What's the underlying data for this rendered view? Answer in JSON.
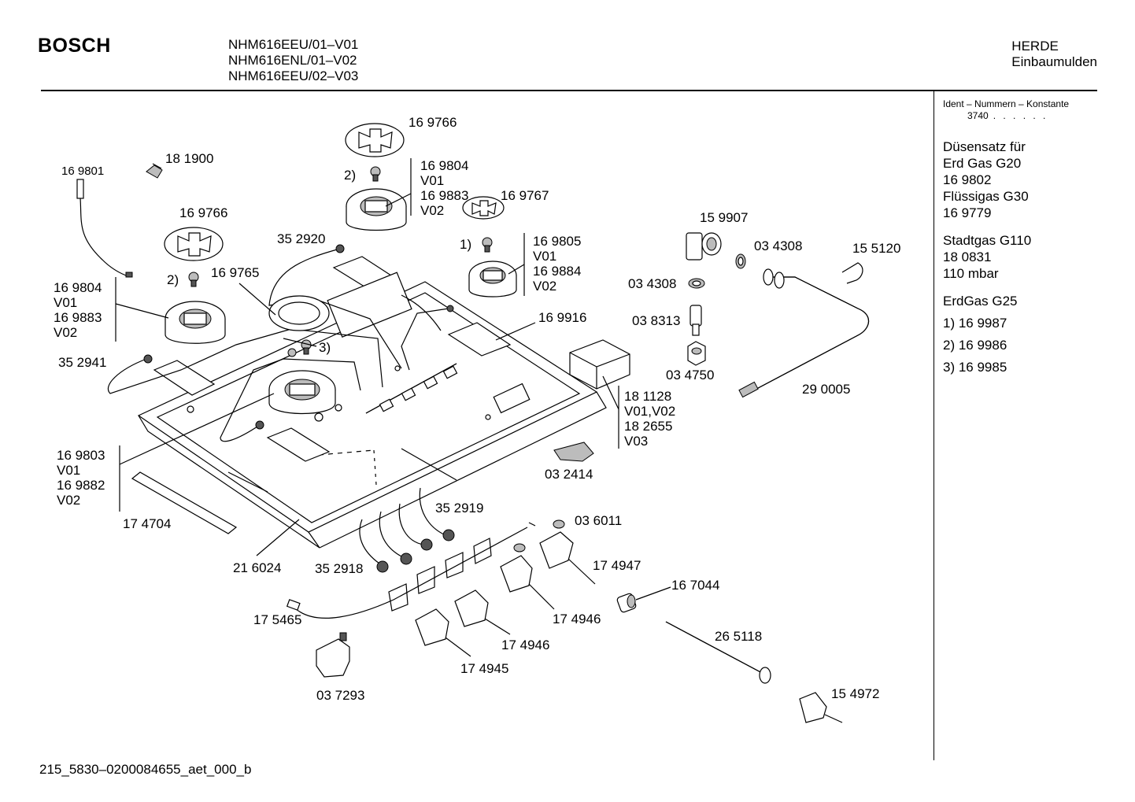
{
  "header": {
    "brand": "BOSCH",
    "models": [
      "NHM616EEU/01–V01",
      "NHM616ENL/01–V02",
      "NHM616EEU/02–V03"
    ],
    "category_line1": "HERDE",
    "category_line2": "Einbaumulden"
  },
  "sidebar": {
    "ident_title": "Ident – Nummern – Konstante",
    "ident_value": "3740",
    "ident_dots": ". . . . . .",
    "nozzle_title": "Düsensatz für",
    "gas_g20": "Erd Gas G20",
    "g20_number": "16 9802",
    "gas_g30": "Flüssigas G30",
    "g30_number": "16 9779",
    "gas_g110": "Stadtgas G110",
    "g110_number": "18 0831",
    "g110_pressure": "110 mbar",
    "gas_g25": "ErdGas G25",
    "g25_items": [
      "1) 16 9987",
      "2) 16 9986",
      "3) 16 9985"
    ]
  },
  "labels": {
    "p169801": "16 9801",
    "p181900": "18 1900",
    "p169766_top": "16 9766",
    "p169766_left": "16 9766",
    "p169804_top": "16 9804",
    "v01_top": "V01",
    "p169883_top": "16 9883",
    "v02_top": "V02",
    "p169767": "16 9767",
    "p169805": "16 9805",
    "v01_right": "V01",
    "p169884": "16 9884",
    "v02_right": "V02",
    "p352920": "35 2920",
    "p169765": "16 9765",
    "p169804_left": "16 9804",
    "v01_left": "V01",
    "p169883_left": "16 9883",
    "v02_left": "V02",
    "p352941": "35 2941",
    "p169916": "16 9916",
    "p159907": "15 9907",
    "p034308_a": "03 4308",
    "p034308_b": "03 4308",
    "p155120": "15 5120",
    "p038313": "03 8313",
    "p034750": "03 4750",
    "p290005": "29 0005",
    "p181128": "18 1128",
    "v01v02": "V01,V02",
    "p182655": "18 2655",
    "v03": "V03",
    "p169803": "16 9803",
    "v01_bl": "V01",
    "p169882": "16 9882",
    "v02_bl": "V02",
    "p174704": "17 4704",
    "p032414": "03 2414",
    "p352919": "35 2919",
    "p036011": "03 6011",
    "p216024": "21 6024",
    "p352918": "35 2918",
    "p174947": "17 4947",
    "p167044": "16 7044",
    "p174946_a": "17 4946",
    "p174946_b": "17 4946",
    "p175465": "17 5465",
    "p265118": "26 5118",
    "p174945": "17 4945",
    "p037293": "03 7293",
    "p154972": "15 4972",
    "tag1": "1)",
    "tag2_top": "2)",
    "tag2_left": "2)",
    "tag3": "3)"
  },
  "footer": {
    "code": "215_5830–0200084655_aet_000_b"
  }
}
